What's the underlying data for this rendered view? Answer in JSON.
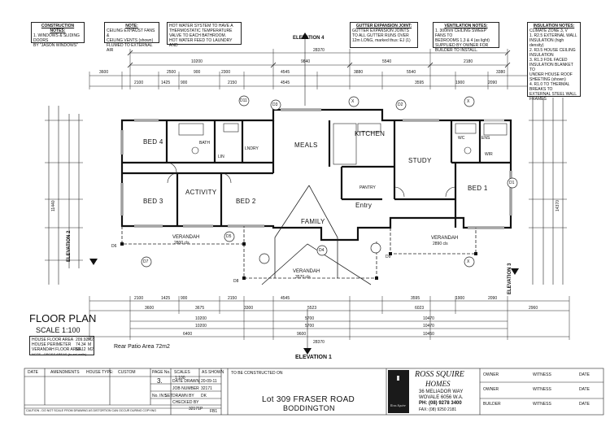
{
  "notes": {
    "construction": {
      "title": "CONSTRUCTION NOTES:",
      "lines": [
        "1. WINDOWS & SLIDING DOORS",
        "BY \"JASON WINDOWS\""
      ]
    },
    "ceiling": {
      "title": "NOTE:",
      "lines": [
        "CEILING EXHAUST FANS &",
        "CEILING VENTS (shown)",
        "FLUMED TO EXTERNAL AIR"
      ]
    },
    "hot_water": {
      "lines": [
        "HOT WATER SYSTEM TO HAVE A",
        "THERMOSTATIC TEMPERATURE",
        "VALVE TO EACH BATHROOM.",
        "HOT WATER FEED TO LAUNDRY AND",
        "KITCHEN TO NOT BE TEMPERED."
      ]
    },
    "gutter": {
      "title": "GUTTER EXPANSION JOINT:",
      "lines": [
        "GUTTER EXPANSION JOINTS",
        "TO ALL GUTTER RUNS OVER",
        "12m LONG, marked thus: EJ (1)"
      ]
    },
    "ventilation": {
      "title": "VENTILATION NOTES:",
      "lines": [
        "1. 300mm CEILING SWEEP FANS TO",
        "BEDROOMS 1,3 & 4 (as light)",
        "SUPPLIED BY OWNER FOR",
        "BUILDER TO INSTALL."
      ]
    },
    "insulation": {
      "title": "INSULATION NOTES:",
      "lines": [
        "CLIMATE ZONE 3, V",
        "1. R2.5 EXTERNAL WALL",
        "INSULATION (high density)",
        "2. R3.5 HOUSE CEILING",
        "INSULATION",
        "3. R1.3 FOIL FACED",
        "INSULATION BLANKET TO",
        "UNDER HOUSE ROOF",
        "SHEETING (shown)",
        "4. R1.0 TO THERMAL BREAKS TO",
        "EXTERNAL STEEL WALL FRAMES"
      ]
    }
  },
  "rooms": {
    "bed4": "BED 4",
    "meals": "MEALS",
    "kitchen": "KITCHEN",
    "study": "STUDY",
    "bed1": "BED 1",
    "bed3": "BED 3",
    "activity": "ACTIVITY",
    "bed2": "BED 2",
    "family": "FAMILY",
    "entry": "Entry",
    "bath": "BATH",
    "ens": "ENS",
    "wc": "WC",
    "lndry": "LNDRY",
    "wir": "WIR",
    "pantry": "PANTRY",
    "lin": "LIN",
    "verandah_left": "VERANDAH",
    "verandah_center": "VERANDAH",
    "verandah_right": "VERANDAH",
    "verandah_left_dim": "2800 cls",
    "verandah_center_dim": "3570 cls",
    "verandah_right_dim": "2890 cls"
  },
  "elevations": {
    "top": "ELEVATION 4",
    "bottom": "ELEVATION 1",
    "left": "ELEVATION 2",
    "right": "ELEVATION 3"
  },
  "dimensions": {
    "top_overall": "28370",
    "top_row2": [
      "10200",
      "9840",
      "5540",
      "2180"
    ],
    "top_row3": [
      "3600",
      "2500",
      "900",
      "2300",
      "4545",
      "3880",
      "5540",
      "3380"
    ],
    "top_row4": [
      "2100",
      "1425",
      "900",
      "2150",
      "4545",
      "3595",
      "1900",
      "2090"
    ],
    "bottom_row1": [
      "2100",
      "1425",
      "900",
      "2150",
      "4545",
      "3595",
      "1900",
      "2090"
    ],
    "bottom_row2": [
      "3600",
      "3675",
      "3300",
      "5523",
      "6023",
      "2960"
    ],
    "bottom_row3": [
      "10200",
      "5700",
      "10470"
    ],
    "bottom_row4": [
      "10200",
      "5700",
      "10470"
    ],
    "bottom_row5": [
      "6400",
      "9600",
      "10450"
    ],
    "bottom_overall": "28370",
    "left_overall": "11440",
    "right_overall": "14370"
  },
  "markers": [
    "D1",
    "D2",
    "D3",
    "D4",
    "D5",
    "D6",
    "D7",
    "D8",
    "D9",
    "D11",
    "X",
    "X",
    "X"
  ],
  "title_block_left": {
    "heading": "FLOOR PLAN",
    "scale": "SCALE 1:100",
    "areas": [
      {
        "label": "HOUSE FLOOR AREA",
        "value": "209.92",
        "unit": "M2"
      },
      {
        "label": "HOUSE PERIMETER",
        "value": "74.34",
        "unit": "M"
      },
      {
        "label": "VERANDAH FLOOR AREA",
        "value": "56.12",
        "unit": "M2"
      }
    ],
    "areas_note": "NOTE - GROSS AREAS (to ext walls)",
    "rear_patio": "Rear Patio Area 72m2"
  },
  "title_block": {
    "date_label": "DATE",
    "amendments_label": "AMENDMENTS",
    "house_type_label": "HOUSE TYPE:",
    "house_type": "CUSTOM",
    "page_no_label": "PAGE No.",
    "page_no": "3.",
    "scales_label": "SCALES",
    "scales": "1:100",
    "as_shown_label": "AS SHOWN",
    "date_drawn_label": "DATE DRAWN",
    "date_drawn": "20-09-11",
    "job_number_label": "JOB NUMBER",
    "job_number": "32171",
    "drawn_by_label": "DRAWN BY",
    "drawn_by": "DK",
    "checked_by_label": "CHECKED BY",
    "sheet_label": "No. IN SET",
    "sheet": "5",
    "drawing_no": "32171P",
    "display_note": "TO BE CONSTRUCTED ON",
    "lot_line1": "Lot 309 FRASER ROAD",
    "lot_line2": "BODDINGTON",
    "disclaimer": "CAUTION - DO NOT SCALE FROM DRAWING AS DISTORTION CAN OCCUR DURING COPYING",
    "fb": "FB1",
    "company_name1": "ROSS SQUIRE",
    "company_name2": "HOMES",
    "company_address1": "36 MELIADOR WAY",
    "company_address2": "WOVALE 6056 W.A.",
    "company_phone": "PH: (08) 9278 3400",
    "company_fax": "FAX: (08) 9250 2181",
    "logo_text": "Ross Squire",
    "owner_label": "OWNER",
    "witness_label": "WITNESS",
    "builder_label": "BUILDER",
    "date_label2": "DATE"
  }
}
